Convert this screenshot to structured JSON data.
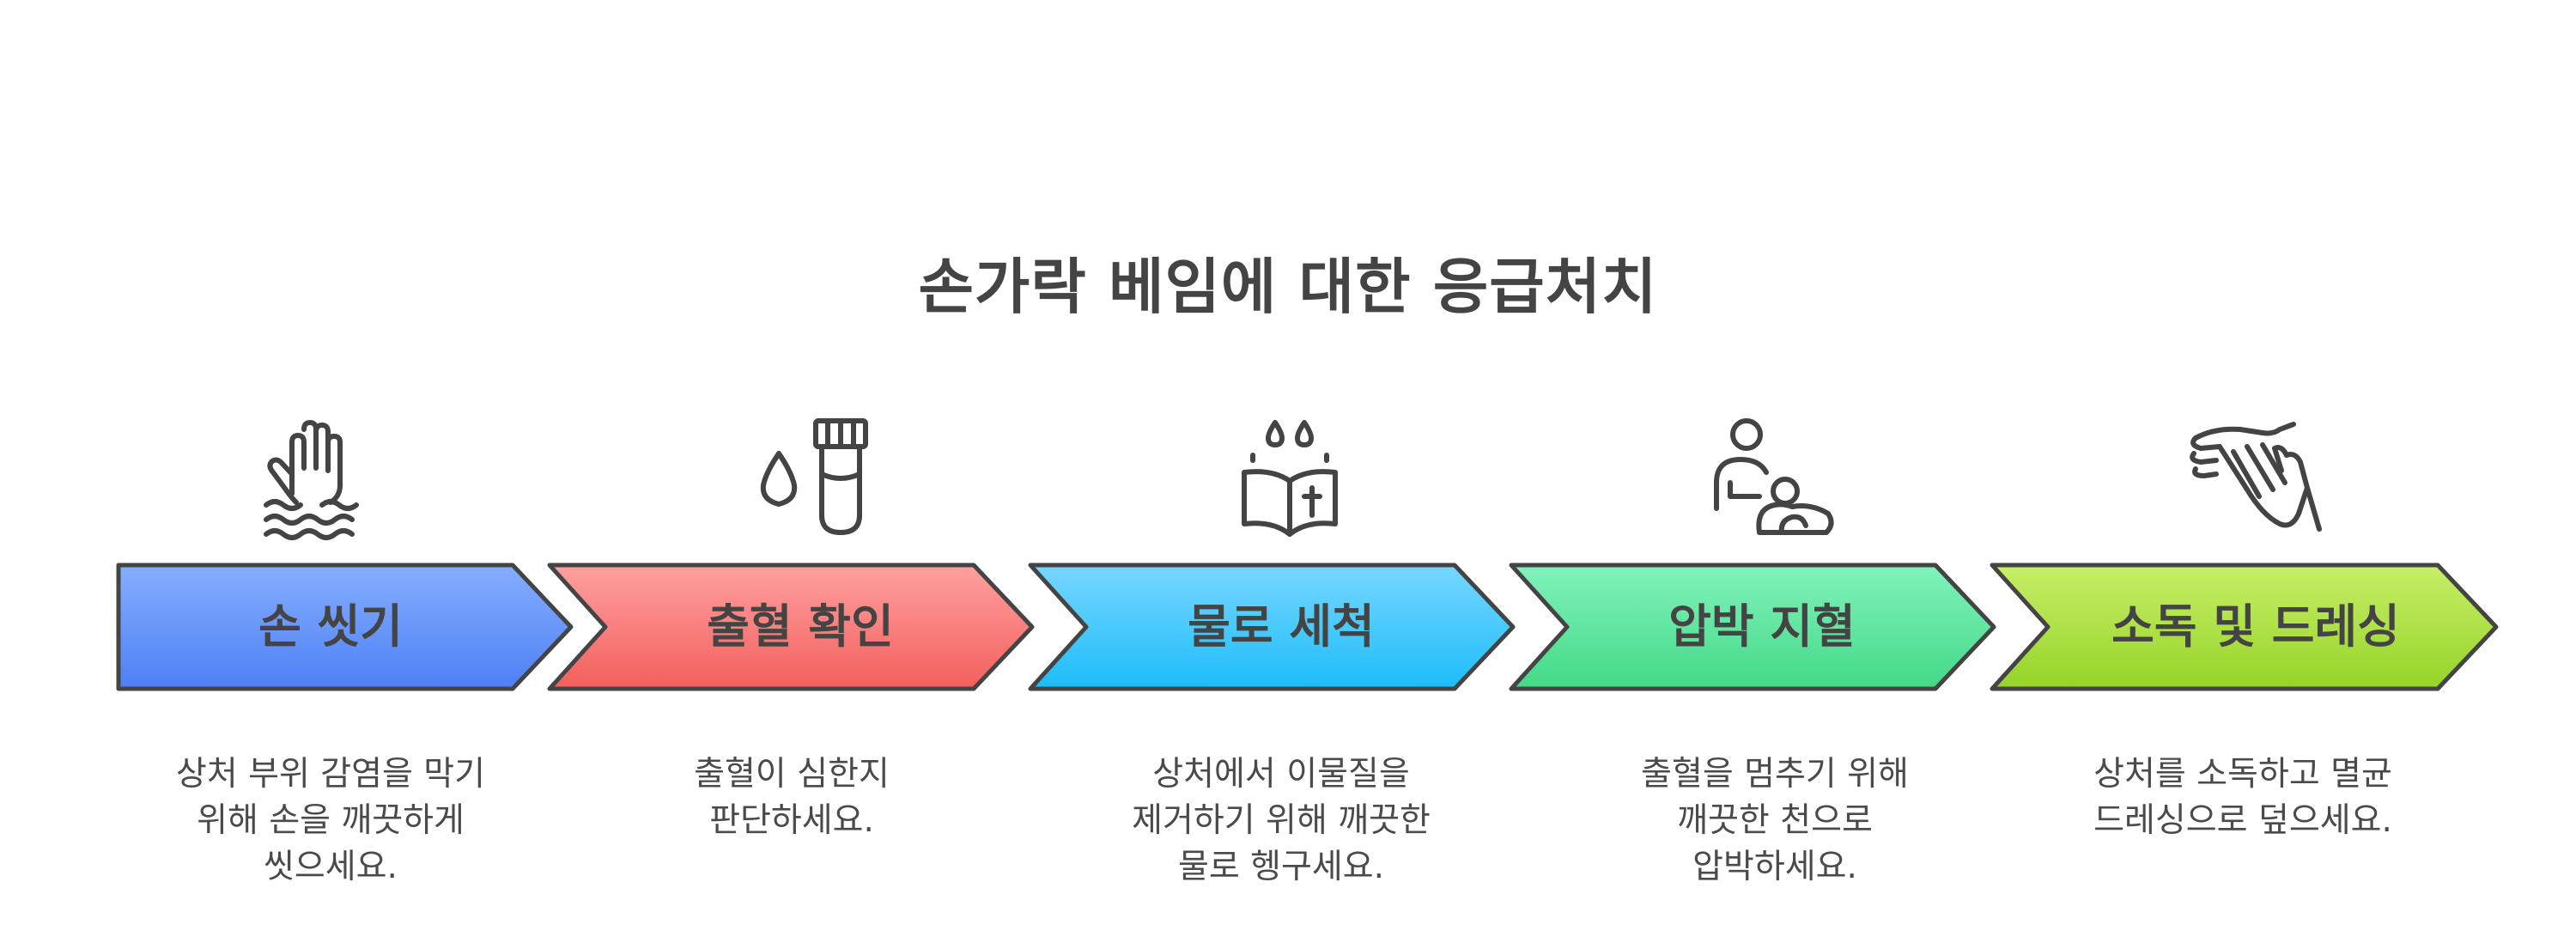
{
  "title": "손가락 베임에 대한 응급처치",
  "steps": [
    {
      "label": "손 씻기",
      "description": "상처 부위 감염을 막기 위해 손을 깨끗하게 씻으세요.",
      "icon": "hand-washing-icon",
      "color_top": "#7fa8ff",
      "color_bottom": "#4f82f5"
    },
    {
      "label": "출혈 확인",
      "description": "출혈이 심한지 판단하세요.",
      "icon": "blood-test-tube-icon",
      "color_top": "#ff9c9c",
      "color_bottom": "#f4625f"
    },
    {
      "label": "물로 세척",
      "description": "상처에서 이물질을 제거하기 위해 깨끗한 물로 헹구세요.",
      "icon": "holy-water-book-icon",
      "color_top": "#6fd3ff",
      "color_bottom": "#22c0fa"
    },
    {
      "label": "압박 지혈",
      "description": "출혈을 멈추기 위해 깨끗한 천으로 압박하세요.",
      "icon": "caregiver-icon",
      "color_top": "#7ef0b8",
      "color_bottom": "#46db8a"
    },
    {
      "label": "소독 및 드레싱",
      "description": "상처를 소독하고 멸균 드레싱으로 덮으세요.",
      "icon": "clapping-hands-icon",
      "color_top": "#c3ec5e",
      "color_bottom": "#98d62a"
    }
  ]
}
